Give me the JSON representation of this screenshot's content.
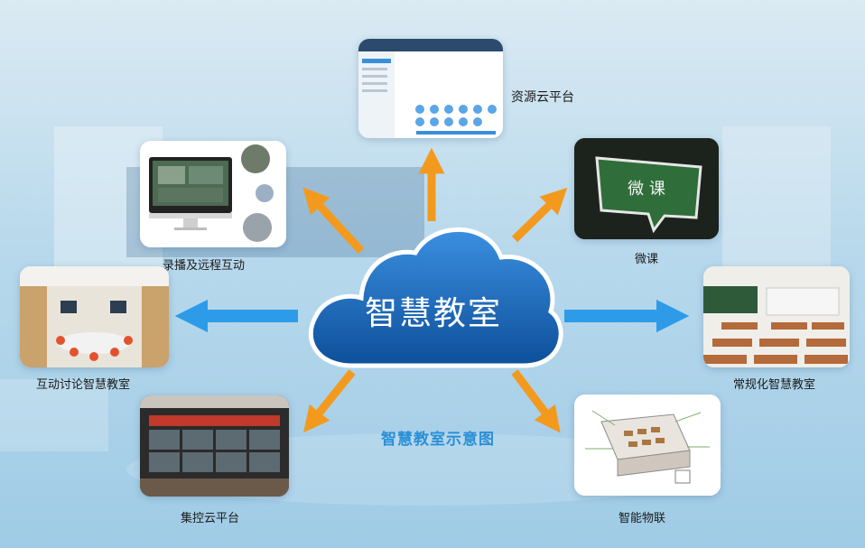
{
  "center": {
    "title": "智慧教室"
  },
  "diagram_title": "智慧教室示意图",
  "nodes": [
    {
      "id": "resource-cloud",
      "label": "资源云平台"
    },
    {
      "id": "recording",
      "label": "录播及远程互动"
    },
    {
      "id": "micro-course",
      "label": "微课",
      "board_text": "微 课"
    },
    {
      "id": "discussion-classroom",
      "label": "互动讨论智慧教室"
    },
    {
      "id": "regular-classroom",
      "label": "常规化智慧教室"
    },
    {
      "id": "central-control",
      "label": "集控云平台"
    },
    {
      "id": "iot",
      "label": "智能物联"
    }
  ],
  "colors": {
    "arrow_orange": "#f39a1e",
    "arrow_blue": "#2d9be8",
    "cloud_blue": "#1f6fc0",
    "title_blue": "#2a8fd6"
  }
}
